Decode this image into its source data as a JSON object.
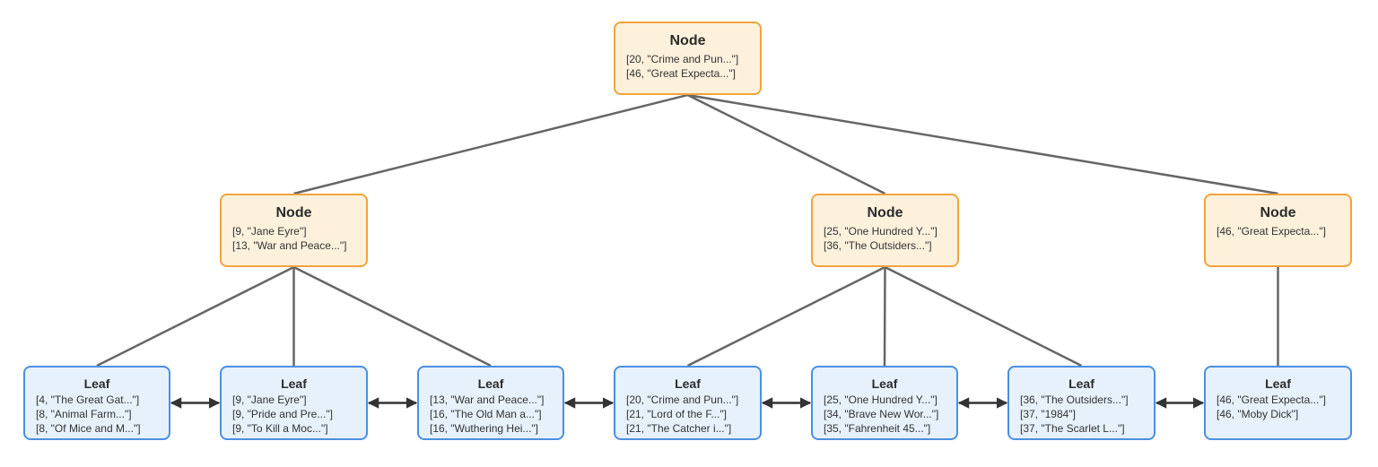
{
  "colors": {
    "node_fill": "#fdf1dc",
    "node_border": "#f0a43c",
    "leaf_fill": "#e6f1fc",
    "leaf_border": "#4a90e2",
    "edge": "#666666",
    "link": "#333333"
  },
  "root": {
    "title": "Node",
    "entries": [
      "[20, \"Crime and Pun...\"]",
      "[46, \"Great Expecta...\"]"
    ]
  },
  "internal_nodes": [
    {
      "title": "Node",
      "entries": [
        "[9, \"Jane Eyre\"]",
        "[13, \"War and Peace...\"]"
      ]
    },
    {
      "title": "Node",
      "entries": [
        "[25, \"One Hundred Y...\"]",
        "[36, \"The Outsiders...\"]"
      ]
    },
    {
      "title": "Node",
      "entries": [
        "[46, \"Great Expecta...\"]"
      ]
    }
  ],
  "leaves": [
    {
      "title": "Leaf",
      "entries": [
        "[4, \"The Great Gat...\"]",
        "[8, \"Animal Farm...\"]",
        "[8, \"Of Mice and M...\"]"
      ]
    },
    {
      "title": "Leaf",
      "entries": [
        "[9, \"Jane Eyre\"]",
        "[9, \"Pride and Pre...\"]",
        "[9, \"To Kill a Moc...\"]"
      ]
    },
    {
      "title": "Leaf",
      "entries": [
        "[13, \"War and Peace...\"]",
        "[16, \"The Old Man a...\"]",
        "[16, \"Wuthering Hei...\"]"
      ]
    },
    {
      "title": "Leaf",
      "entries": [
        "[20, \"Crime and Pun...\"]",
        "[21, \"Lord of the F...\"]",
        "[21, \"The Catcher i...\"]"
      ]
    },
    {
      "title": "Leaf",
      "entries": [
        "[25, \"One Hundred Y...\"]",
        "[34, \"Brave New Wor...\"]",
        "[35, \"Fahrenheit 45...\"]"
      ]
    },
    {
      "title": "Leaf",
      "entries": [
        "[36, \"The Outsiders...\"]",
        "[37, \"1984\"]",
        "[37, \"The Scarlet L...\"]"
      ]
    },
    {
      "title": "Leaf",
      "entries": [
        "[46, \"Great Expecta...\"]",
        "[46, \"Moby Dick\"]"
      ]
    }
  ]
}
